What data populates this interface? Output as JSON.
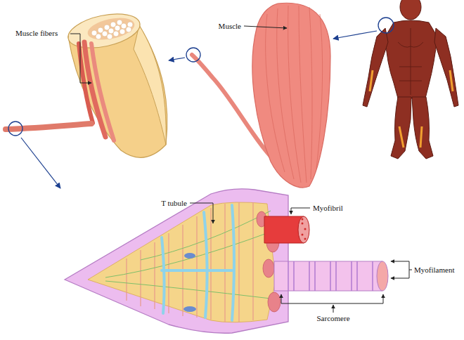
{
  "diagram": {
    "labels": [
      "Muscle fibers",
      "Muscle",
      "T tubule",
      "Myofibril",
      "Myofilament",
      "Sarcomere"
    ]
  }
}
